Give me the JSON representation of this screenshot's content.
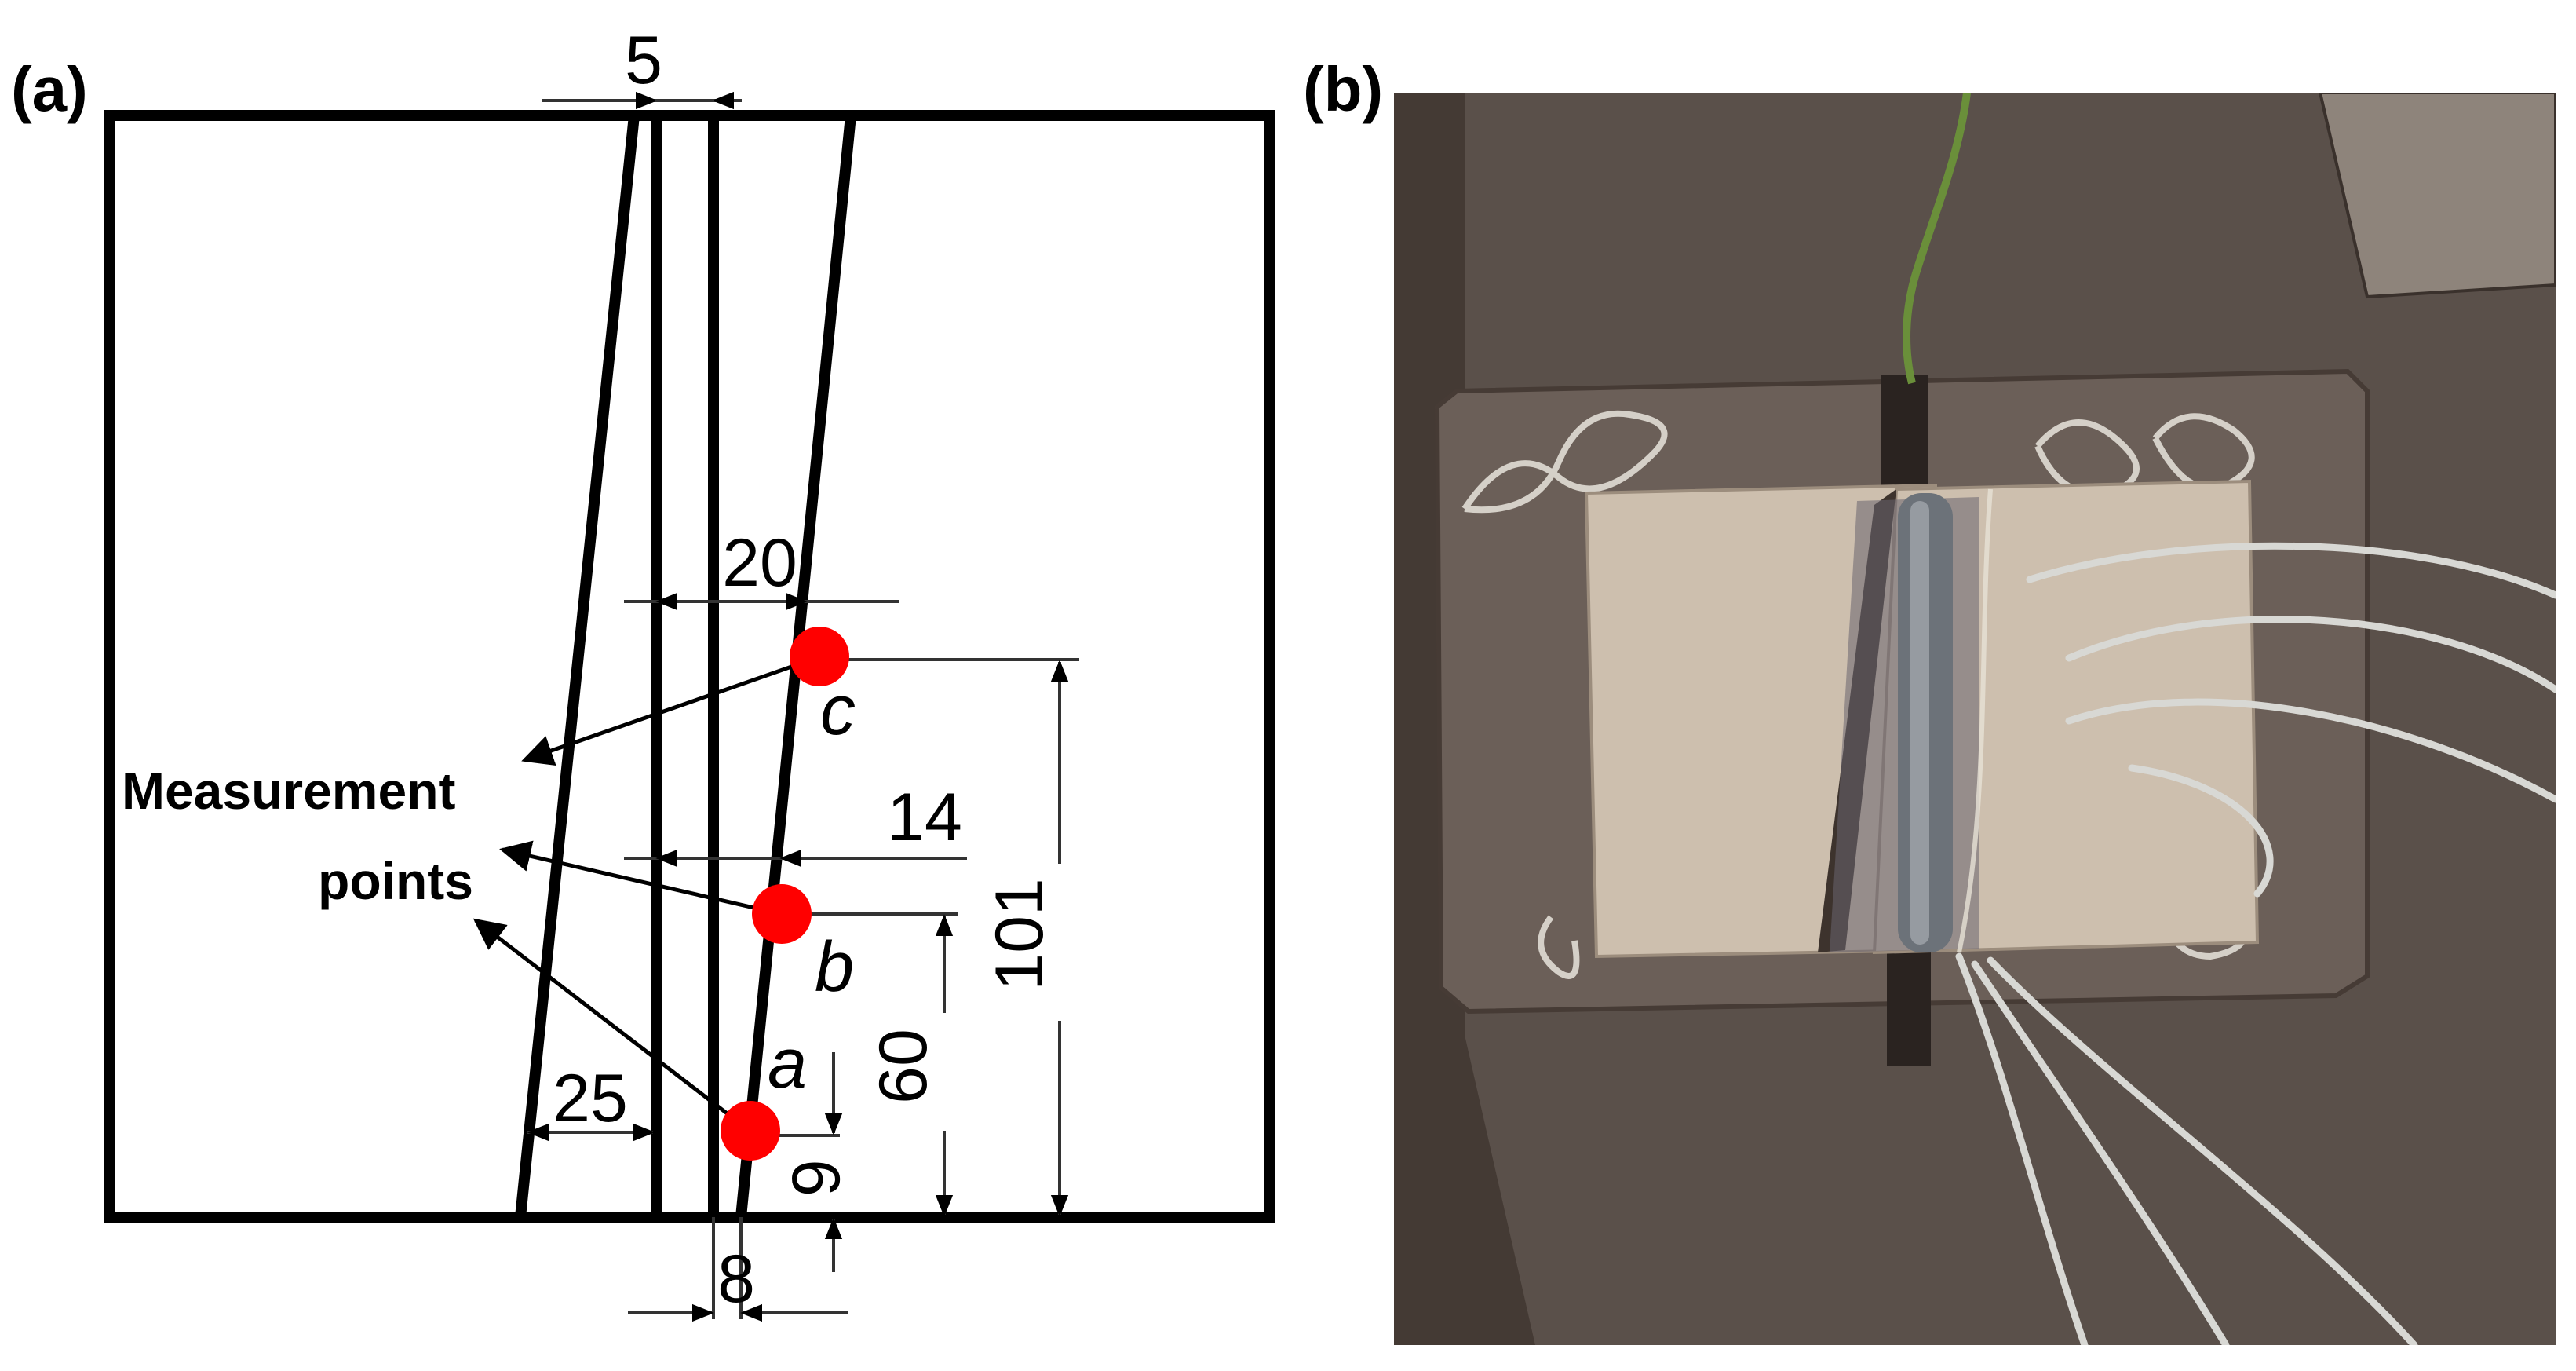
{
  "panels": {
    "a": {
      "label": "(a)"
    },
    "b": {
      "label": "(b)"
    }
  },
  "dimensions": {
    "top_gap": "5",
    "upper_width": "20",
    "mid_width": "14",
    "lower_width": "25",
    "bottom_gap": "8",
    "height_c": "101",
    "height_b": "60",
    "height_a": "6"
  },
  "points": {
    "a": "a",
    "b": "b",
    "c": "c"
  },
  "annotation": {
    "line1": "Measurement",
    "line2": "points"
  },
  "colors": {
    "outline": "#000000",
    "dimension_line": "#333333",
    "measurement_point": "#ff0000",
    "steel_plate": "#5a504a",
    "backing_plate": "#6b5f58",
    "sheet_metal": "#cdbfae",
    "weld_bead": "#6c7279",
    "thermocouple_wire": "#d8d8d4"
  }
}
